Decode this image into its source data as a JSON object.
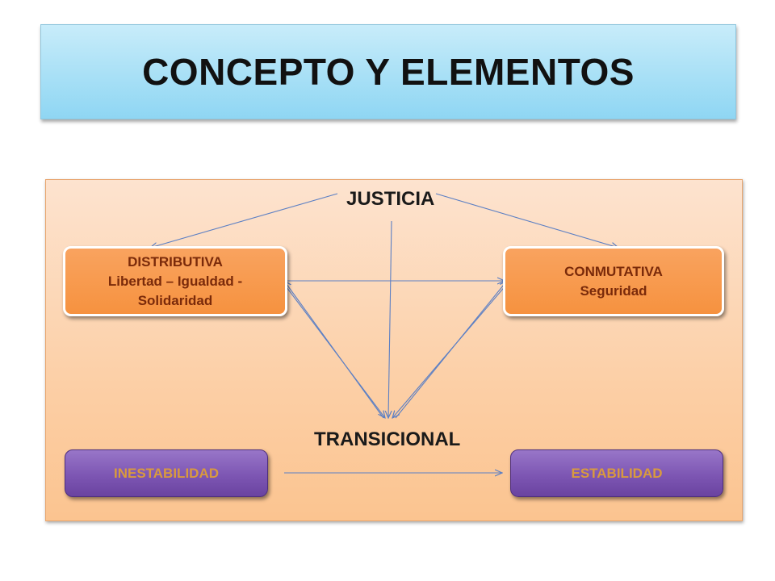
{
  "title": "CONCEPTO Y ELEMENTOS",
  "diagram": {
    "top_label": "JUSTICIA",
    "bottom_label": "TRANSICIONAL",
    "left_box": {
      "heading": "DISTRIBUTIVA",
      "line1": "Libertad – Igualdad -",
      "line2": "Solidaridad"
    },
    "right_box": {
      "heading": "CONMUTATIVA",
      "line1": "Seguridad"
    },
    "state_from": "INESTABILIDAD",
    "state_to": "ESTABILIDAD"
  },
  "colors": {
    "title_fill": "#a8e0f6",
    "panel_fill": "#fccfa6",
    "orange_box": "#f6923f",
    "orange_text": "#7a2a0a",
    "purple_box": "#7d56b3",
    "purple_text": "#d99a3e",
    "arrow": "#5b7fc4"
  }
}
